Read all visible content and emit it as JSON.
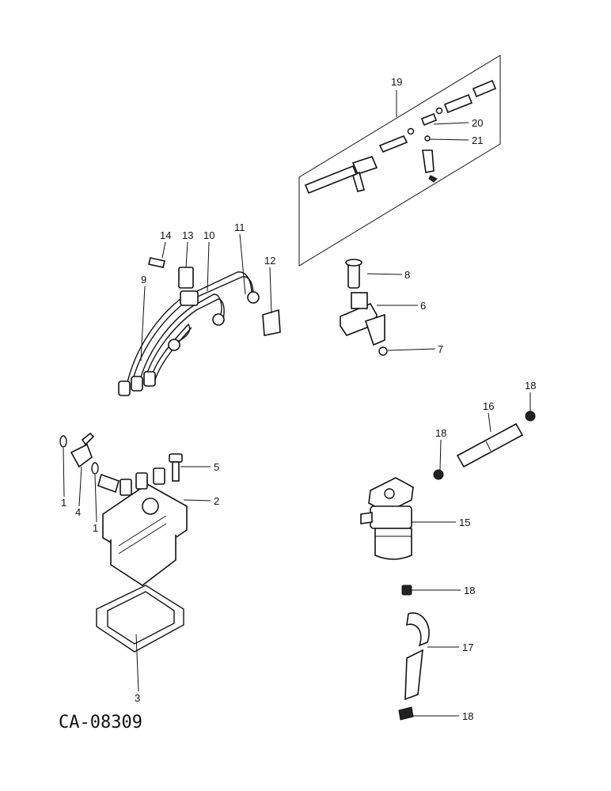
{
  "diagram": {
    "code": "CA-08309",
    "callouts": [
      "19",
      "20",
      "21",
      "14",
      "13",
      "10",
      "11",
      "9",
      "12",
      "8",
      "6",
      "7",
      "18",
      "16",
      "18",
      "5",
      "1",
      "4",
      "1",
      "2",
      "15",
      "3",
      "18",
      "17",
      "18"
    ]
  }
}
